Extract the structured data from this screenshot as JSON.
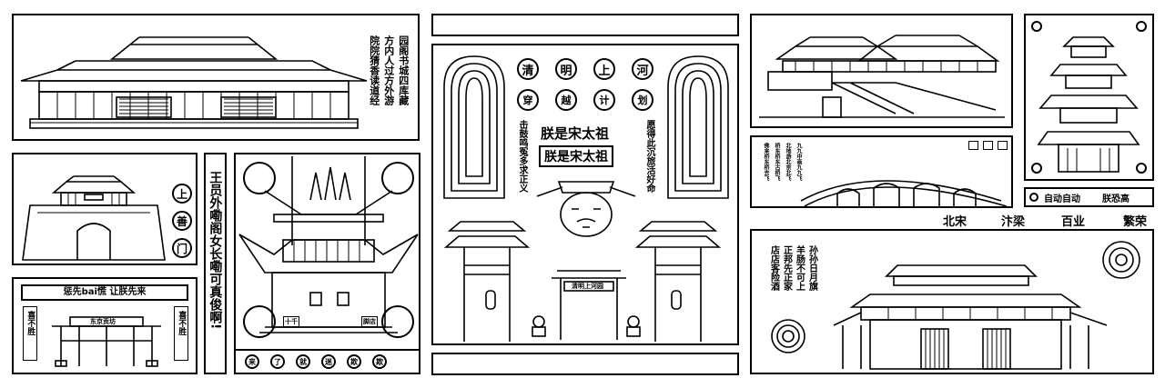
{
  "panel_library": {
    "col1": [
      "园",
      "阁",
      "书",
      "城",
      "四",
      "库",
      "藏"
    ],
    "col2": [
      "方",
      "内",
      "人",
      "过",
      "方",
      "外",
      "游"
    ],
    "col3": [
      "院",
      "院",
      "猜",
      "香",
      "读",
      "道",
      "经"
    ]
  },
  "panel_gate": {
    "circle1": "上",
    "circle2": "善",
    "circle3": "门"
  },
  "panel_arch": {
    "slogan": "惩先bai慌  让朕先来",
    "plaque": "东京贡坊",
    "left_sign": "喜不胜",
    "right_sign": "喜不胜"
  },
  "panel_vertical_slogan": "王员外嘞阁女长嘞可真俊啊!",
  "panel_pavilion": {
    "tag_left": "十千",
    "tag_right": "脚店",
    "buttons": [
      "来",
      "了",
      "就",
      "迷",
      "欺",
      "欺"
    ]
  },
  "panel_center": {
    "title_chars": [
      "清",
      "明",
      "上",
      "河"
    ],
    "subtitle_chars": [
      "穿",
      "越",
      "计",
      "划"
    ],
    "emperor_title": "朕是宋太祖",
    "emperor_subtitle": "朕是宋太祖",
    "side_left": "击鼓鸣冤多求正义",
    "side_right": "愿得此沉旅活好命",
    "gate_plaque": "清明上河园"
  },
  "panel_palace": {},
  "panel_bridge": {
    "col_a": "九九中画九九飞",
    "col_b": "北地游北京北飞",
    "col_c": "桥东桥东古桥飞",
    "col_d": "佛来桥东桥去飞"
  },
  "panel_tower": {
    "caption_left": "自动自动",
    "caption_right": "朕恐高"
  },
  "headline_row": [
    "北宋",
    "汴梁",
    "百业",
    "繁荣"
  ],
  "panel_shop": {
    "col1": [
      "孙",
      "孙",
      "日",
      "月",
      "旗"
    ],
    "col2": [
      "羊",
      "肠",
      "不",
      "可",
      "上"
    ],
    "col3": [
      "正",
      "邦",
      "先",
      "正",
      "家"
    ],
    "col4": [
      "店",
      "店",
      "客",
      "险",
      "酒"
    ]
  }
}
